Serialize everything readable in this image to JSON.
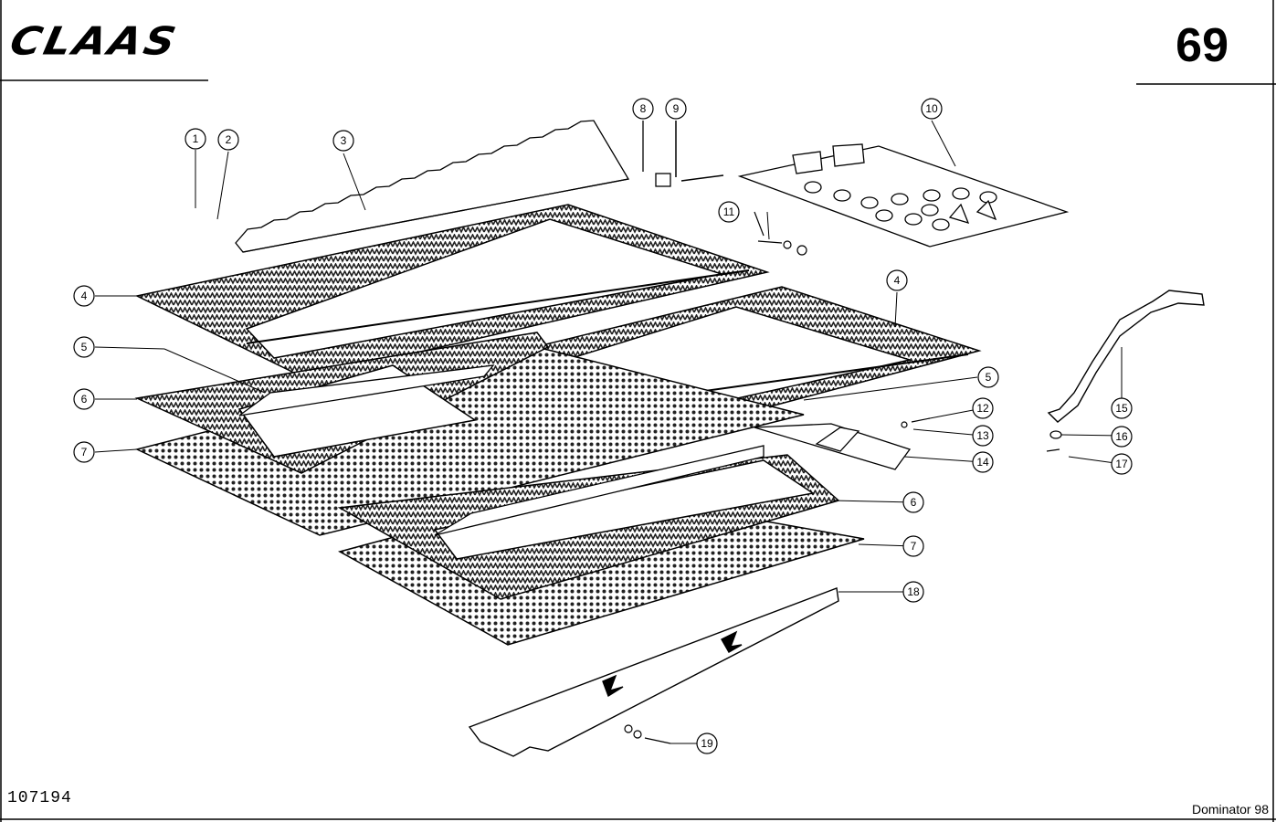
{
  "header": {
    "brand": "CLAAS",
    "page_number": "69"
  },
  "footer": {
    "doc_code": "107194",
    "model": "Dominator 98"
  },
  "callouts": [
    "1",
    "2",
    "3",
    "4",
    "5",
    "6",
    "7",
    "8",
    "9",
    "10",
    "11",
    "12",
    "13",
    "14",
    "15",
    "16",
    "17",
    "18",
    "19"
  ]
}
